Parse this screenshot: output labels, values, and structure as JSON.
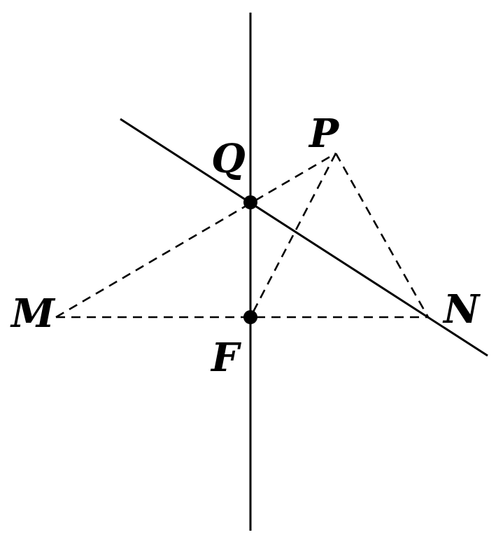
{
  "labels": {
    "Q": "Q",
    "P": "P",
    "M": "M",
    "N": "N",
    "F": "F"
  },
  "colors": {
    "ink": "#000000",
    "background": "#ffffff"
  }
}
